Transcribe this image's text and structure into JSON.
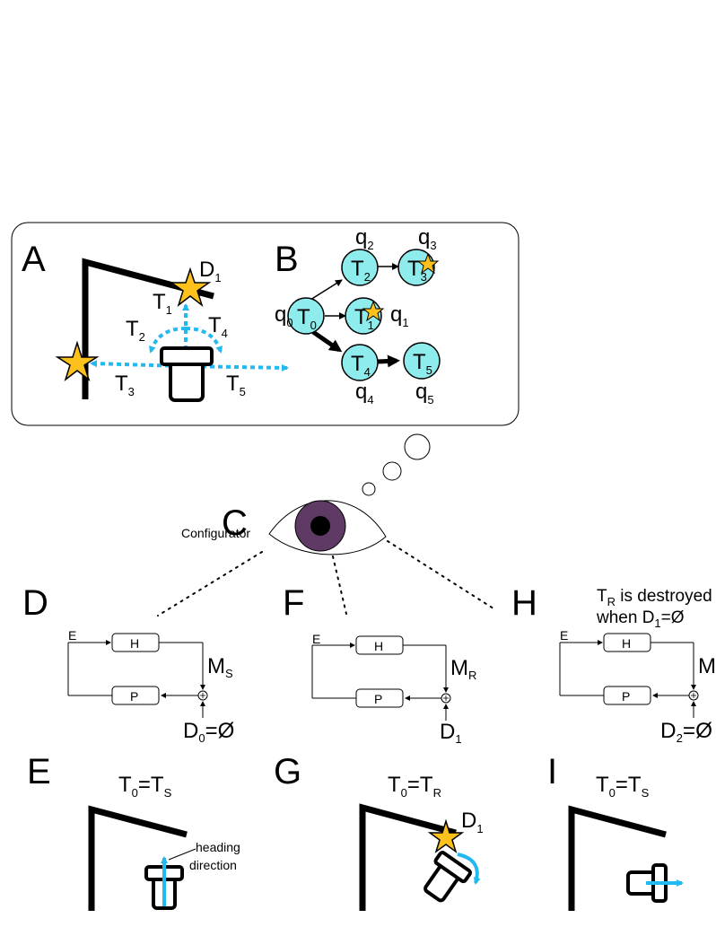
{
  "panels": {
    "A": "A",
    "B": "B",
    "C": "C",
    "D": "D",
    "E": "E",
    "F": "F",
    "G": "G",
    "H": "H",
    "I": "I"
  },
  "panelA": {
    "D1": {
      "base": "D",
      "sub": "1"
    },
    "T1": {
      "base": "T",
      "sub": "1"
    },
    "T2": {
      "base": "T",
      "sub": "2"
    },
    "T3": {
      "base": "T",
      "sub": "3"
    },
    "T4": {
      "base": "T",
      "sub": "4"
    },
    "T5": {
      "base": "T",
      "sub": "5"
    }
  },
  "panelB": {
    "nodes": [
      {
        "id": "T0",
        "base": "T",
        "sub": "0",
        "q": {
          "base": "q",
          "sub": "0"
        }
      },
      {
        "id": "T1",
        "base": "T",
        "sub": "1",
        "q": {
          "base": "q",
          "sub": "1"
        }
      },
      {
        "id": "T2",
        "base": "T",
        "sub": "2",
        "q": {
          "base": "q",
          "sub": "2"
        }
      },
      {
        "id": "T3",
        "base": "T",
        "sub": "3",
        "q": {
          "base": "q",
          "sub": "3"
        }
      },
      {
        "id": "T4",
        "base": "T",
        "sub": "4",
        "q": {
          "base": "q",
          "sub": "4"
        }
      },
      {
        "id": "T5",
        "base": "T",
        "sub": "5",
        "q": {
          "base": "q",
          "sub": "5"
        }
      }
    ]
  },
  "configurator_label": "Configurator",
  "loopD": {
    "E": "E",
    "H": "H",
    "P": "P",
    "M": {
      "base": "M",
      "sub": "S"
    },
    "Dval": {
      "base": "D",
      "sub": "0",
      "tail": "=Ø"
    }
  },
  "loopF": {
    "E": "E",
    "H": "H",
    "P": "P",
    "M": {
      "base": "M",
      "sub": "R"
    },
    "Dval": {
      "base": "D",
      "sub": "1",
      "tail": ""
    }
  },
  "loopH": {
    "E": "E",
    "H": "H",
    "P": "P",
    "M": {
      "base": "M",
      "sub": ""
    },
    "Dval": {
      "base": "D",
      "sub": "2",
      "tail": "=Ø"
    },
    "note_line1": {
      "base": "T",
      "sub": "R",
      "tail": " is destroyed"
    },
    "note_line2": {
      "pre": "when D",
      "sub": "1",
      "tail": "=Ø"
    }
  },
  "panelE": {
    "eq": {
      "a": "T",
      "asub": "0",
      "b": "=T",
      "bsub": "S"
    },
    "heading1": "heading",
    "heading2": "direction"
  },
  "panelG": {
    "eq": {
      "a": "T",
      "asub": "0",
      "b": "=T",
      "bsub": "R"
    },
    "D1": {
      "base": "D",
      "sub": "1"
    }
  },
  "panelI": {
    "eq": {
      "a": "T",
      "asub": "0",
      "b": "=T",
      "bsub": "S"
    }
  },
  "colors": {
    "trajectory": "#22b8f0",
    "node_fill": "#8fecec",
    "star": "#fcc21b",
    "iris": "#5e3a64"
  }
}
